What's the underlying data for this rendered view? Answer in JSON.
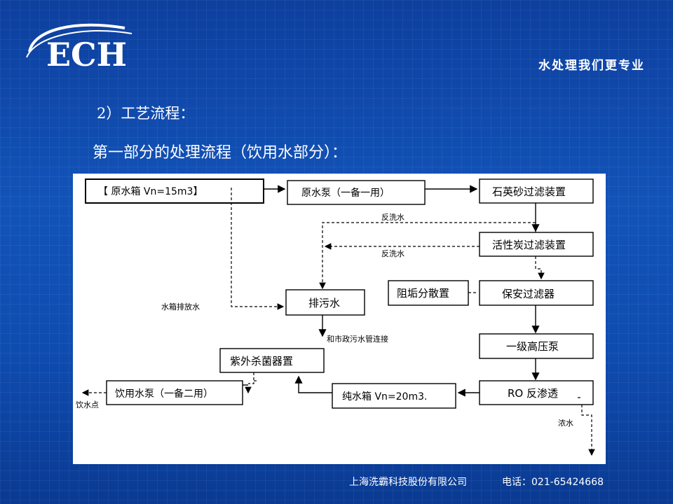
{
  "logo": {
    "text": "ECH"
  },
  "header": {
    "slogan": "水处理我们更专业"
  },
  "content": {
    "heading1": "2）工艺流程：",
    "heading2": "第一部分的处理流程（饮用水部分）："
  },
  "diagram": {
    "boxes": {
      "raw_tank": "【 原水箱 Vn=15m3】",
      "raw_pump": "原水泵（一备一用）",
      "sand_filter": "石英砂过滤装置",
      "carbon_filter": "活性炭过滤装置",
      "antiscalant": "阻垢分散置",
      "security_filter": "保安过滤器",
      "drain": "排污水",
      "hp_pump": "一级高压泵",
      "uv": "紫外杀菌器置",
      "ro": "RO 反渗透",
      "pure_tank": "纯水箱 Vn=20m3.",
      "drink_pump": "饮用水泵（一备二用）"
    },
    "labels": {
      "backwash1": "反洗水",
      "backwash2": "反洗水",
      "tank_drain": "水箱排放水",
      "sewer": "和市政污水管连接",
      "concentrate": "浓水",
      "drink_point": "饮水点"
    }
  },
  "footer": {
    "company": "上海洗霸科技股份有限公司",
    "phone": "电话：021-65424668"
  }
}
